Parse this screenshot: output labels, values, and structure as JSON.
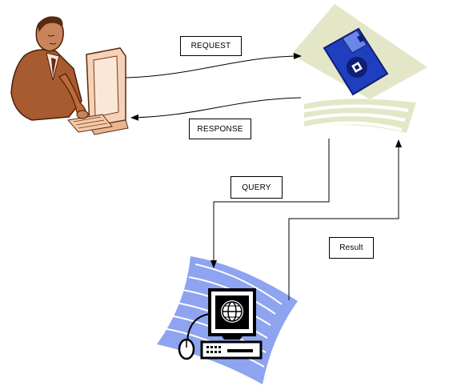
{
  "labels": {
    "request": "REQUEST",
    "response": "RESPONSE",
    "query": "QUERY",
    "result": "Result"
  },
  "nodes": {
    "client": {
      "icon": "person-at-computer-icon"
    },
    "server": {
      "icon": "floppy-disk-icon"
    },
    "database": {
      "icon": "globe-computer-icon"
    }
  },
  "colors": {
    "line": "#000000",
    "diamond": "#e4e6c8",
    "floppy": "#1f3fbf",
    "floppy_dark": "#0e1f74",
    "swoosh_blue": "#8ea4f0",
    "swoosh_white": "#ffffff",
    "skin": "#c8845a",
    "suit": "#a85a30"
  }
}
